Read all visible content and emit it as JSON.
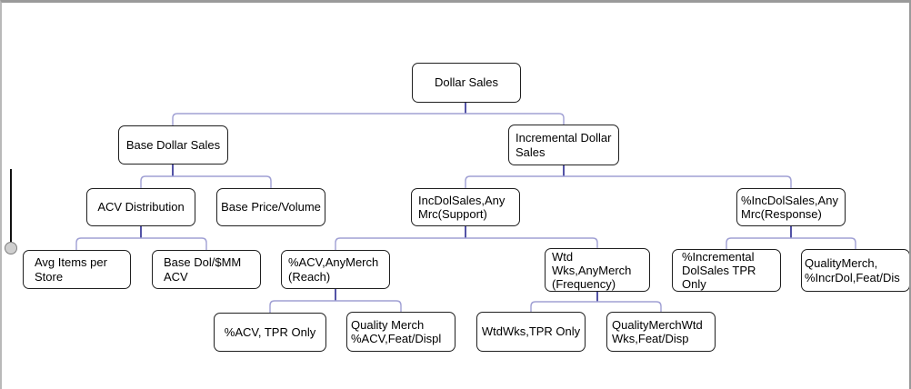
{
  "diagram": {
    "title": "Dollar Sales decomposition tree",
    "nodes": [
      {
        "id": "dollar-sales",
        "label": "Dollar Sales",
        "parent": null
      },
      {
        "id": "base-dollar-sales",
        "label": "Base Dollar Sales",
        "parent": "dollar-sales"
      },
      {
        "id": "incremental-dollar-sales",
        "label": "Incremental Dollar\nSales",
        "parent": "dollar-sales"
      },
      {
        "id": "acv-distribution",
        "label": "ACV Distribution",
        "parent": "base-dollar-sales"
      },
      {
        "id": "base-price-volume",
        "label": "Base Price/Volume",
        "parent": "base-dollar-sales"
      },
      {
        "id": "incdolsales-any-mrc-support",
        "label": "IncDolSales,Any\nMrc(Support)",
        "parent": "incremental-dollar-sales"
      },
      {
        "id": "pct-incdolsales-any-mrc-response",
        "label": "%IncDolSales,Any\nMrc(Response)",
        "parent": "incremental-dollar-sales"
      },
      {
        "id": "avg-items-per-store",
        "label": "Avg Items per\nStore",
        "parent": "acv-distribution"
      },
      {
        "id": "base-dol-mm-acv",
        "label": "Base Dol/$MM\nACV",
        "parent": "acv-distribution"
      },
      {
        "id": "pct-acv-anymerch-reach",
        "label": "%ACV,AnyMerch\n(Reach)",
        "parent": "incdolsales-any-mrc-support"
      },
      {
        "id": "wtd-wks-anymerch-frequency",
        "label": "Wtd\nWks,AnyMerch\n(Frequency)",
        "parent": "incdolsales-any-mrc-support"
      },
      {
        "id": "pct-incremental-dolsales-tpr-only",
        "label": "%Incremental\nDolSales TPR\nOnly",
        "parent": "pct-incdolsales-any-mrc-response"
      },
      {
        "id": "qualitymerch-pct-incrdol-feat-dis",
        "label": "QualityMerch,\n%IncrDol,Feat/Dis",
        "parent": "pct-incdolsales-any-mrc-response"
      },
      {
        "id": "pct-acv-tpr-only",
        "label": "%ACV, TPR Only",
        "parent": "pct-acv-anymerch-reach"
      },
      {
        "id": "quality-merch-pct-acv-feat-displ",
        "label": "Quality Merch\n%ACV,Feat/Displ",
        "parent": "pct-acv-anymerch-reach"
      },
      {
        "id": "wtdwks-tpr-only",
        "label": "WtdWks,TPR Only",
        "parent": "wtd-wks-anymerch-frequency"
      },
      {
        "id": "qualitymerchwtd-wks-feat-disp",
        "label": "QualityMerchWtd\nWks,Feat/Disp",
        "parent": "wtd-wks-anymerch-frequency"
      }
    ],
    "colors": {
      "node_border": "#1f1f1f",
      "node_fill": "#ffffff",
      "connector_parent_stub": "#28288f",
      "connector_rail": "#a0a0d4",
      "frame_border": "#9a9a9a"
    }
  },
  "zoom_slider": {
    "orientation": "vertical",
    "knob_position": "bottom"
  }
}
